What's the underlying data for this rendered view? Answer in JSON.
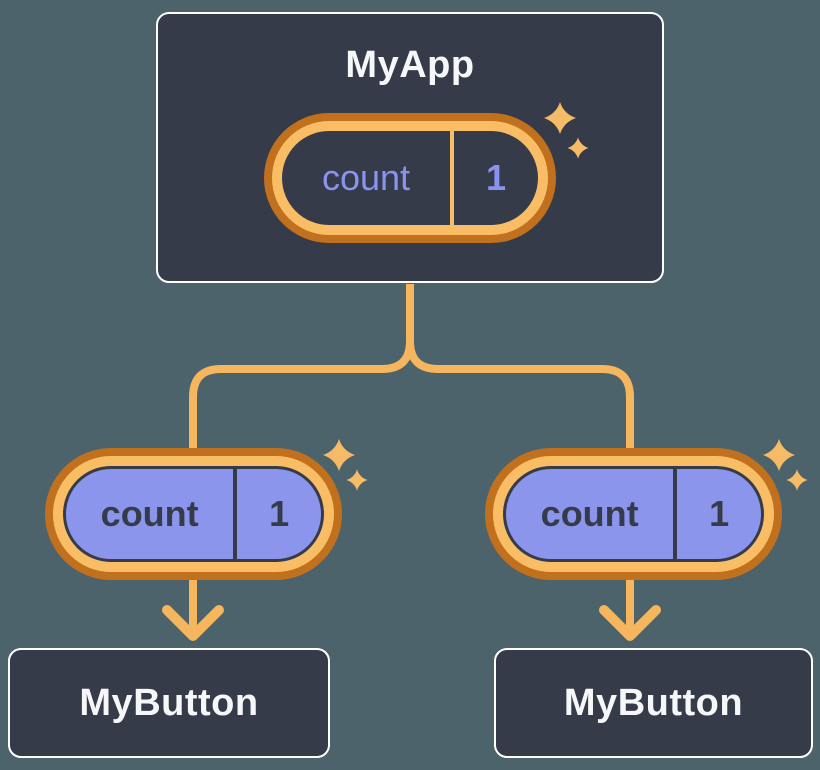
{
  "diagram_title": "component-state-tree",
  "tree": {
    "root": {
      "title": "MyApp",
      "pill": {
        "kind": "state",
        "label": "count",
        "value": "1"
      }
    },
    "children": [
      {
        "title": "MyButton",
        "pill": {
          "kind": "prop",
          "label": "count",
          "value": "1"
        }
      },
      {
        "title": "MyButton",
        "pill": {
          "kind": "prop",
          "label": "count",
          "value": "1"
        }
      }
    ]
  },
  "icons": {
    "sparkle": "four-point-star"
  },
  "colors": {
    "background": "#4d636c",
    "node_fill": "#353b48",
    "node_border": "#ffffff",
    "node_text": "#f6f7f9",
    "ring_outer": "#c1701d",
    "ring_inner": "#f9bd66",
    "prop_fill": "#8c95ec",
    "state_text": "#8a93f0",
    "dark_text": "#353b48",
    "edge": "#f5b65e",
    "sparkle": "#f5bb66"
  }
}
